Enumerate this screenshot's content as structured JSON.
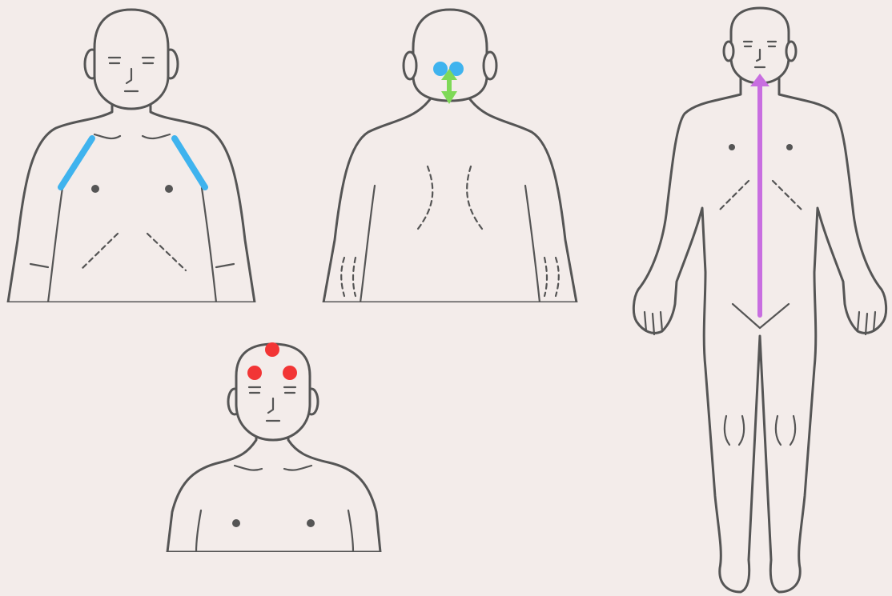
{
  "colors": {
    "background": "#f3ecea",
    "outline": "#555555",
    "shoulder_lines": "#3fb3ee",
    "neck_points": "#3fb3ee",
    "neck_arrow": "#7ed957",
    "head_points": "#f23535",
    "midline_arrow": "#c86ee0"
  },
  "figures": [
    {
      "view": "torso-front",
      "marker": "two-shoulder-lines",
      "marker_color": "blue"
    },
    {
      "view": "torso-back",
      "marker": "two-points-with-double-arrow",
      "marker_color": "blue-green"
    },
    {
      "view": "head-front",
      "marker": "three-points",
      "marker_color": "red"
    },
    {
      "view": "full-body-front",
      "marker": "upward-midline-arrow",
      "marker_color": "purple"
    }
  ]
}
